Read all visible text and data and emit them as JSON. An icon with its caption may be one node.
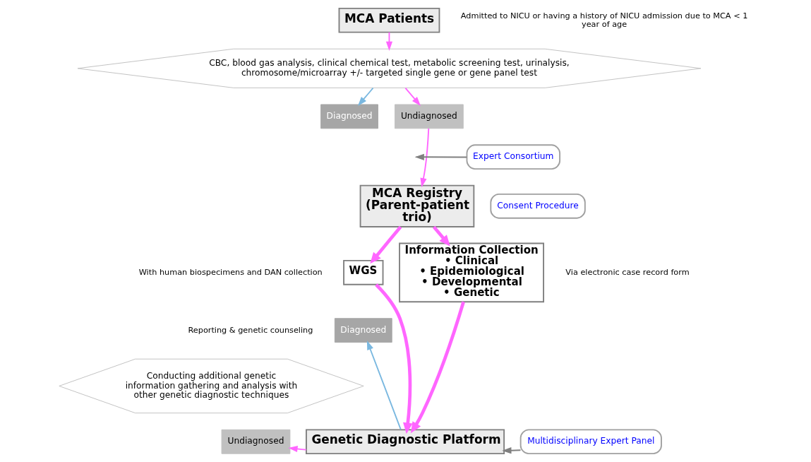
{
  "diagram": {
    "nodes": [
      {
        "text": [
          "MCA Patients"
        ],
        "beside": [
          "Admitted to NICU or having a history of NICU admission due to MCA < 1 year of age"
        ]
      },
      {
        "text": [
          "CBC, blood gas analysis, clinical chemical test, metabolic screening test, urinalysis, chromosome/microarray +/- targeted single gene or gene panel test"
        ]
      },
      {
        "text": [
          "Diagnosed"
        ]
      },
      {
        "text": [
          "Undiagnosed"
        ]
      },
      {
        "text": [
          "Expert Consortium"
        ]
      },
      {
        "text": [
          "Consent Procedure"
        ]
      },
      {
        "text": [
          "MCA Registry (Parent-patient trio)"
        ]
      },
      {
        "text": [
          "WGS"
        ],
        "beside": [
          "With human biospecimens and DAN collection"
        ]
      },
      {
        "text": [
          "Information Collection",
          "• Clinical",
          "• Epidemiological",
          "• Developmental",
          "• Genetic"
        ],
        "beside": [
          "Via electronic case record form"
        ]
      },
      {
        "text": [
          "Diagnosed"
        ],
        "beside": [
          "Reporting & genetic counseling"
        ]
      },
      {
        "text": [
          "Conducting additional genetic information gathering and analysis with other genetic diagnostic techniques"
        ]
      },
      {
        "text": [
          "Undiagnosed"
        ]
      },
      {
        "text": [
          "Genetic Diagnostic Platform"
        ]
      },
      {
        "text": [
          "Multidisciplinary Expert Panel"
        ]
      }
    ],
    "edges": [
      {
        "from": 0,
        "to": 1,
        "arrow": "to"
      },
      {
        "from": 1,
        "to": 2,
        "arrow": "to",
        "color": "#7ab8e0"
      },
      {
        "from": 1,
        "to": 3,
        "arrow": "to"
      },
      {
        "from": 3,
        "to": 6,
        "arrow": "to"
      },
      {
        "from": 4,
        "to": null,
        "arrow": "to",
        "color": "#808080"
      },
      {
        "from": 6,
        "to": 7,
        "arrow": "to",
        "style": "thick"
      },
      {
        "from": 6,
        "to": 8,
        "arrow": "to",
        "style": "thick"
      },
      {
        "from": 7,
        "to": 12,
        "arrow": "to",
        "style": "thick"
      },
      {
        "from": 8,
        "to": 12,
        "arrow": "to",
        "style": "thick"
      },
      {
        "from": 12,
        "to": 9,
        "arrow": "to",
        "color": "#7ab8e0"
      },
      {
        "from": 12,
        "to": 11,
        "arrow": "to"
      },
      {
        "from": 13,
        "to": 12,
        "arrow": "to",
        "color": "#808080"
      }
    ]
  }
}
